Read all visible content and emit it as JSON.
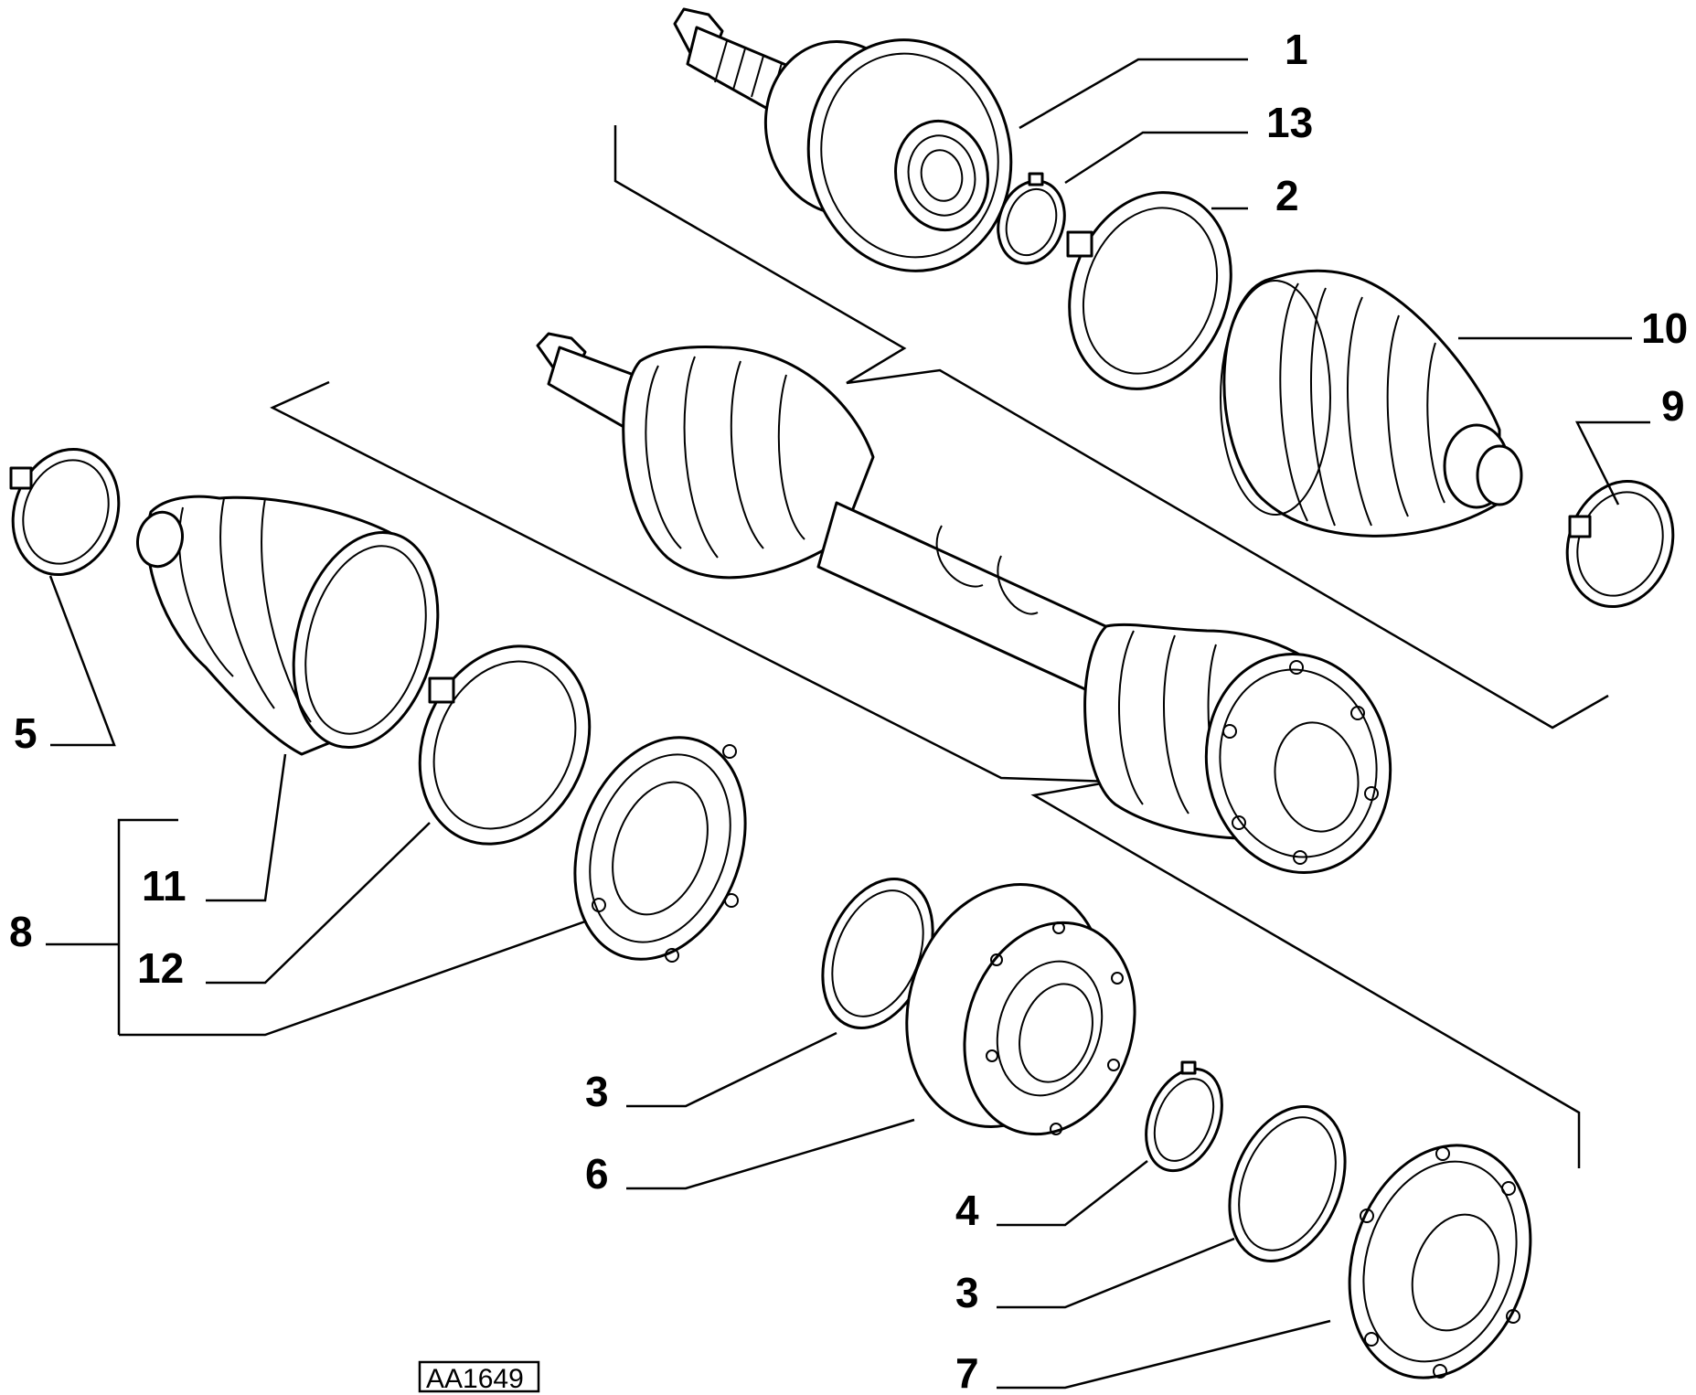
{
  "drawing_ref": "AA1649",
  "callouts": {
    "c1": "1",
    "c13": "13",
    "c2": "2",
    "c10": "10",
    "c9": "9",
    "c5": "5",
    "c11": "11",
    "c8": "8",
    "c12": "12",
    "c3a": "3",
    "c6": "6",
    "c4": "4",
    "c3b": "3",
    "c7": "7"
  }
}
